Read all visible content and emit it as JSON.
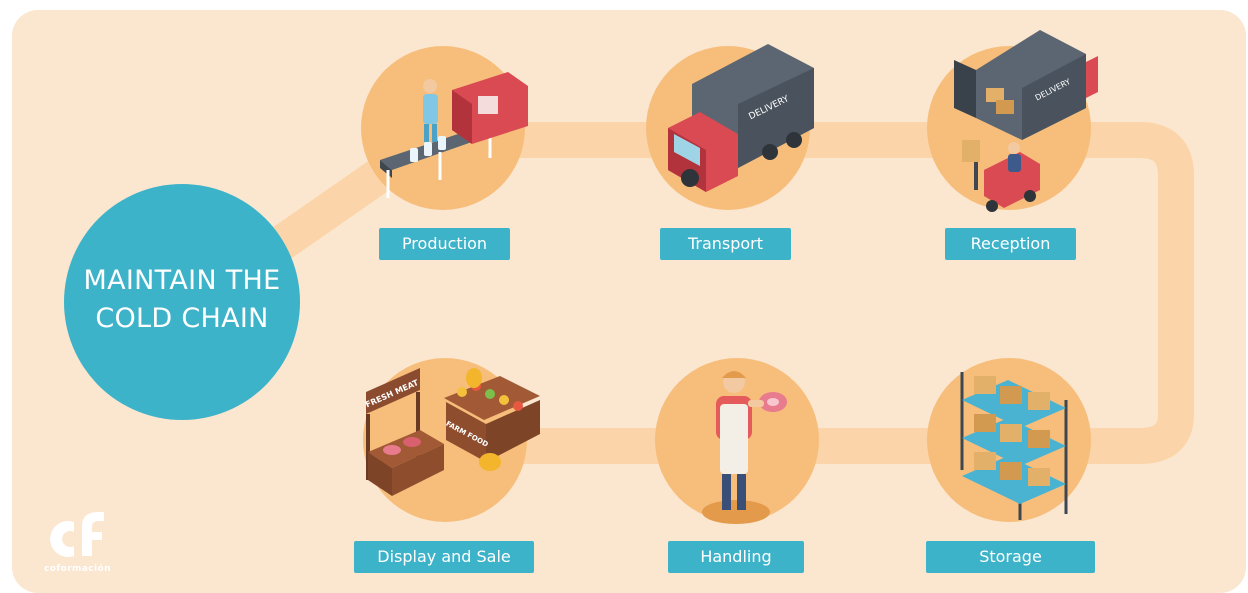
{
  "hub": {
    "title": "MAINTAIN THE COLD CHAIN"
  },
  "steps": [
    {
      "label": "Production",
      "icon": "conveyor-production-icon"
    },
    {
      "label": "Transport",
      "icon": "delivery-truck-icon"
    },
    {
      "label": "Reception",
      "icon": "truck-unloading-forklift-icon"
    },
    {
      "label": "Storage",
      "icon": "warehouse-shelves-icon"
    },
    {
      "label": "Handling",
      "icon": "worker-handling-meat-icon"
    },
    {
      "label": "Display and Sale",
      "icon": "market-stall-icon"
    }
  ],
  "illustration_text": {
    "truck": "DELIVERY",
    "reception_truck": "DELIVERY",
    "meat_sign": "FRESH MEAT",
    "farm_sign": "FARM FOOD"
  },
  "logo": {
    "mark": "cf",
    "name": "coformación"
  },
  "colors": {
    "panel": "#fbe6cf",
    "path": "#fbd5a9",
    "circle": "#f7bd7b",
    "hub": "#3db3c9",
    "label": "#3db3c9"
  }
}
